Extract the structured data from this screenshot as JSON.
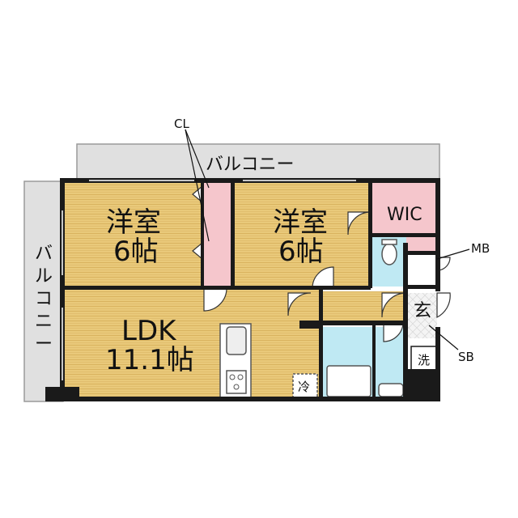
{
  "rooms": {
    "western_room_1": {
      "name": "洋室",
      "size": "6帖"
    },
    "western_room_2": {
      "name": "洋室",
      "size": "6帖"
    },
    "ldk": {
      "name": "LDK",
      "size": "11.1帖"
    },
    "wic": "WIC",
    "entrance": "玄",
    "washer": "洗",
    "fridge": "冷"
  },
  "callouts": {
    "closet": "CL",
    "meter_box": "MB",
    "shoe_box": "SB"
  },
  "balconies": {
    "top": "バルコニー",
    "left": [
      "バ",
      "ル",
      "コ",
      "ニ",
      "ー"
    ]
  },
  "colors": {
    "wall": "#1a1a1a",
    "wood_floor": "#e9c97a",
    "wood_line": "#d9b35f",
    "closet_pink": "#f5c6cc",
    "wet_area_blue": "#bfe9f3",
    "balcony_gray": "#e0e0e0",
    "entry_tile": "#f0f0f0"
  }
}
